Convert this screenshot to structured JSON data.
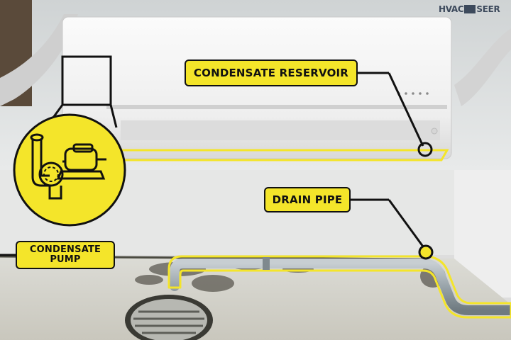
{
  "labels": {
    "condensate_reservoir": "CONDENSATE RESERVOIR",
    "drain_pipe": "DRAIN PIPE",
    "condensate_pump_line1": "CONDENSATE",
    "condensate_pump_line2": "PUMP"
  },
  "brand": {
    "left": "HVAC",
    "right": "SEER"
  },
  "colors": {
    "highlight": "#f4e52a",
    "outline": "#111111",
    "wall": "#e7e9e8",
    "ac_unit": "#f3f3f3",
    "pipe": "#9aa4aa"
  },
  "icons": [
    "condensate-pump-icon",
    "floor-drain-icon"
  ]
}
